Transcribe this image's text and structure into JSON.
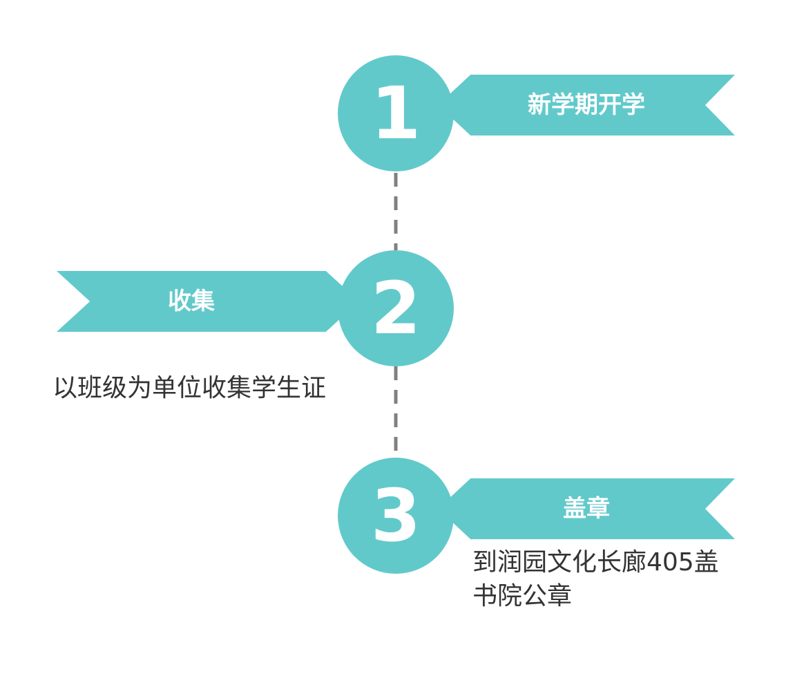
{
  "colors": {
    "accent": "#62c9cb",
    "connector": "#808080",
    "text": "#333333",
    "on_accent": "#ffffff"
  },
  "steps": [
    {
      "number": "1",
      "label": "新学期开学",
      "description": ""
    },
    {
      "number": "2",
      "label": "收集",
      "description": "以班级为单位收集学生证"
    },
    {
      "number": "3",
      "label": "盖章",
      "description": "到润园文化长廊405盖书院公章"
    }
  ]
}
